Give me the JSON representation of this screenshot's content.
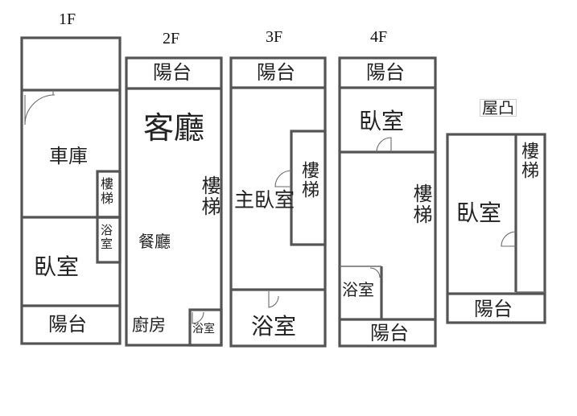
{
  "floors": {
    "f1": {
      "title": "1F",
      "rooms": {
        "garage": "車庫",
        "stairs": "樓梯",
        "bath": "浴室",
        "bedroom": "臥室",
        "balcony": "陽台"
      }
    },
    "f2": {
      "title": "2F",
      "rooms": {
        "balcony": "陽台",
        "living": "客廳",
        "stairs": "樓梯",
        "dining": "餐廳",
        "kitchen": "廚房",
        "bath": "浴室"
      }
    },
    "f3": {
      "title": "3F",
      "rooms": {
        "balcony": "陽台",
        "stairs": "樓梯",
        "master": "主臥室",
        "bath": "浴室"
      }
    },
    "f4": {
      "title": "4F",
      "rooms": {
        "balcony_top": "陽台",
        "bedroom": "臥室",
        "stairs": "樓梯",
        "bath": "浴室",
        "balcony_bottom": "陽台"
      }
    },
    "roof": {
      "title": "屋凸",
      "rooms": {
        "stairs": "樓梯",
        "bedroom": "臥室",
        "balcony": "陽台"
      }
    }
  },
  "colors": {
    "wall": "#545454",
    "text": "#222222"
  }
}
